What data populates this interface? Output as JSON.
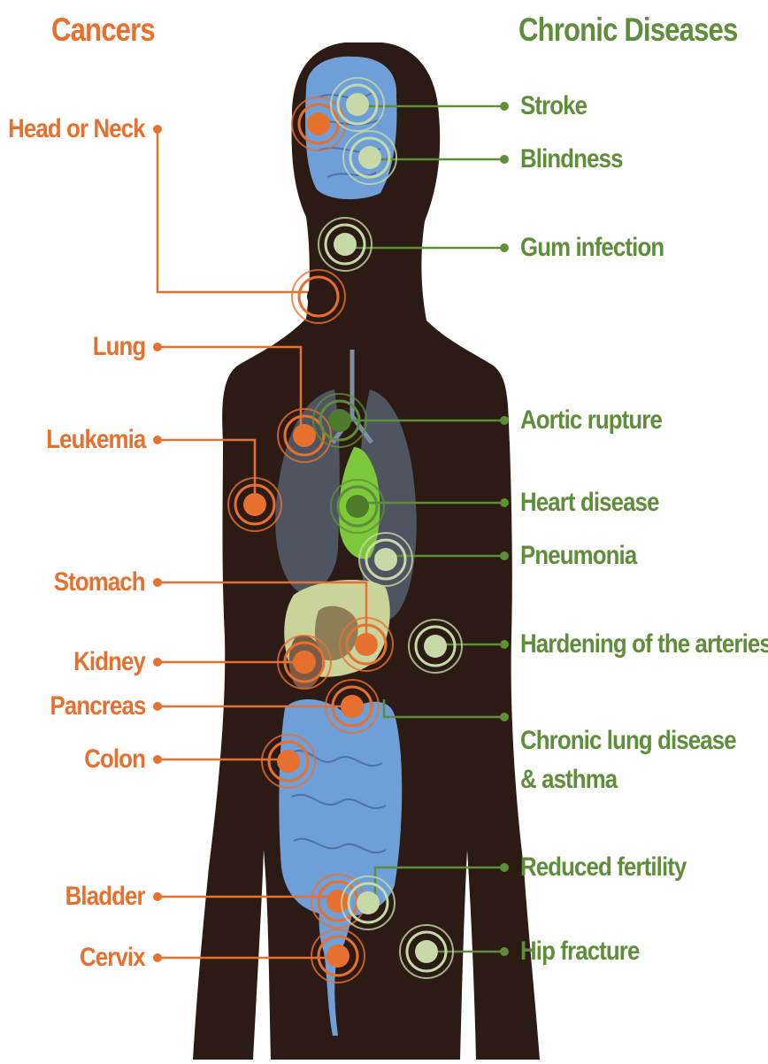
{
  "colors": {
    "cancer": "#e8702f",
    "chronic": "#5e8e3a",
    "body": "#2c1a14",
    "organ_blue": "#6f9fd8",
    "lung_gray": "#4f5560",
    "heart_green": "#7cc83a",
    "liver_tan": "#c9d39a",
    "kidney_brown": "#7d5a45"
  },
  "headings": {
    "cancers": "Cancers",
    "chronic_diseases": "Chronic Diseases"
  },
  "cancers": [
    {
      "id": "head-or-neck",
      "label": "Head or Neck"
    },
    {
      "id": "lung",
      "label": "Lung"
    },
    {
      "id": "leukemia",
      "label": "Leukemia"
    },
    {
      "id": "stomach",
      "label": "Stomach"
    },
    {
      "id": "kidney",
      "label": "Kidney"
    },
    {
      "id": "pancreas",
      "label": "Pancreas"
    },
    {
      "id": "colon",
      "label": "Colon"
    },
    {
      "id": "bladder",
      "label": "Bladder"
    },
    {
      "id": "cervix",
      "label": "Cervix"
    }
  ],
  "chronic_diseases": [
    {
      "id": "stroke",
      "label": "Stroke"
    },
    {
      "id": "blindness",
      "label": "Blindness"
    },
    {
      "id": "gum-infection",
      "label": "Gum infection"
    },
    {
      "id": "aortic-rupture",
      "label": "Aortic rupture"
    },
    {
      "id": "heart-disease",
      "label": "Heart disease"
    },
    {
      "id": "pneumonia",
      "label": "Pneumonia"
    },
    {
      "id": "hardening-arteries",
      "label": "Hardening of the arteries"
    },
    {
      "id": "chronic-lung",
      "label": "Chronic lung disease\n& asthma"
    },
    {
      "id": "reduced-fertility",
      "label": "Reduced fertility"
    },
    {
      "id": "hip-fracture",
      "label": "Hip fracture"
    }
  ]
}
